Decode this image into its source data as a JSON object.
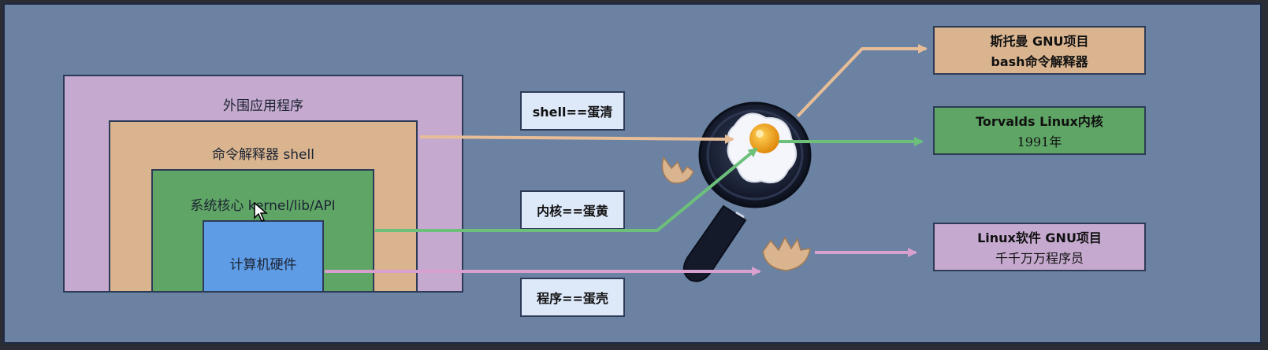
{
  "layers": {
    "outer": "外围应用程序",
    "shell": "命令解释器 shell",
    "kernel": "系统核心 kernel/lib/API",
    "hardware": "计算机硬件"
  },
  "analogy": {
    "shell": "shell==蛋清",
    "kernel": "内核==蛋黄",
    "program": "程序==蛋壳"
  },
  "targets": {
    "gnu": {
      "line1": "斯托曼 GNU项目",
      "line2": "bash命令解释器"
    },
    "linux": {
      "line1": "Torvalds Linux内核",
      "line2": "1991年"
    },
    "software": {
      "line1": "Linux软件 GNU项目",
      "line2": "千千万万程序员"
    }
  },
  "colors": {
    "panel": "#6b82a3",
    "outer": "#c5a9cf",
    "shell": "#d9b48f",
    "kernel": "#5fa565",
    "hardware": "#5f9ce6",
    "arrow_shell": "#e6bd96",
    "arrow_kernel": "#6cc07a",
    "arrow_program": "#d7a0cf"
  },
  "icons": [
    "frying-pan-icon",
    "fried-egg-icon",
    "eggshell-icon",
    "mouse-cursor-icon"
  ]
}
